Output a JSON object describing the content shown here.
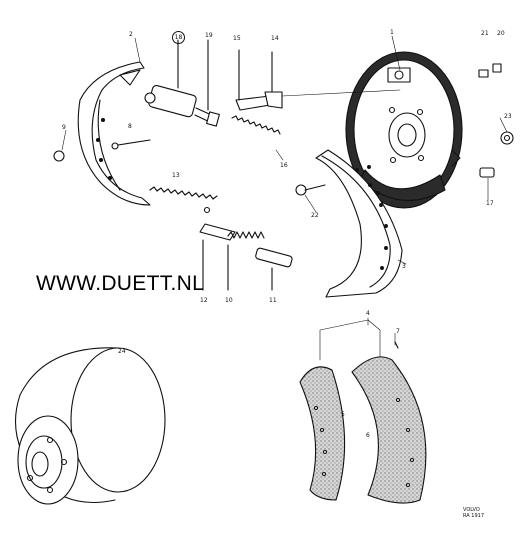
{
  "watermark": "WWW.DUETT.NL",
  "stamp": {
    "brand": "VOLVO",
    "ref": "RA 1917"
  },
  "callouts": [
    "1",
    "2",
    "3",
    "4",
    "5",
    "6",
    "7",
    "8",
    "9",
    "10",
    "11",
    "12",
    "13",
    "14",
    "15",
    "16",
    "17",
    "18",
    "19",
    "20",
    "21",
    "22",
    "23",
    "24"
  ],
  "circled_callout": "18",
  "palette": {
    "ink": "#111111",
    "lining": "#bdbdbd",
    "backing": "#2b2b2b",
    "paper": "#ffffff"
  }
}
